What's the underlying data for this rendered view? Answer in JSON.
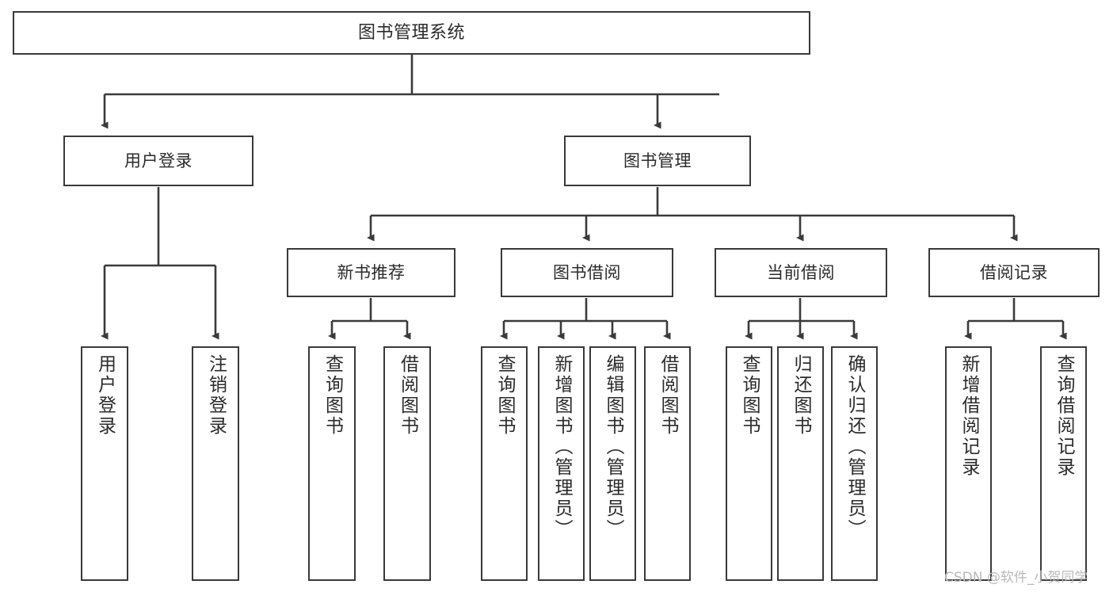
{
  "diagram": {
    "title": "图书管理系统",
    "colors": {
      "stroke": "#3a3a3a",
      "fill": "#ffffff",
      "text": "#2b2b2b",
      "watermark": "#b9b9b9"
    },
    "nodes": {
      "root": {
        "label": "图书管理系统"
      },
      "level2": [
        {
          "id": "user-login",
          "label": "用户登录"
        },
        {
          "id": "book-manage",
          "label": "图书管理"
        }
      ],
      "level3": [
        {
          "id": "new-book-rec",
          "label": "新书推荐"
        },
        {
          "id": "book-borrow",
          "label": "图书借阅"
        },
        {
          "id": "current-borrow",
          "label": "当前借阅"
        },
        {
          "id": "borrow-record",
          "label": "借阅记录"
        }
      ],
      "leaves_user_login": [
        {
          "id": "leaf-user-login",
          "label": "用户登录"
        },
        {
          "id": "leaf-logout",
          "label": "注销登录"
        }
      ],
      "leaves_new_book_rec": [
        {
          "id": "leaf-query-book-1",
          "label": "查询图书"
        },
        {
          "id": "leaf-borrow-book-1",
          "label": "借阅图书"
        }
      ],
      "leaves_book_borrow": [
        {
          "id": "leaf-query-book-2",
          "label": "查询图书"
        },
        {
          "id": "leaf-add-book",
          "label": "新增图书（管理员）"
        },
        {
          "id": "leaf-edit-book",
          "label": "编辑图书（管理员）"
        },
        {
          "id": "leaf-borrow-book-2",
          "label": "借阅图书"
        }
      ],
      "leaves_current_borrow": [
        {
          "id": "leaf-query-book-3",
          "label": "查询图书"
        },
        {
          "id": "leaf-return-book",
          "label": "归还图书"
        },
        {
          "id": "leaf-confirm-return",
          "label": "确认归还（管理员）"
        }
      ],
      "leaves_borrow_record": [
        {
          "id": "leaf-add-record",
          "label": "新增借阅记录"
        },
        {
          "id": "leaf-query-record",
          "label": "查询借阅记录"
        }
      ]
    },
    "watermark": "CSDN @软件_小贺同学"
  }
}
